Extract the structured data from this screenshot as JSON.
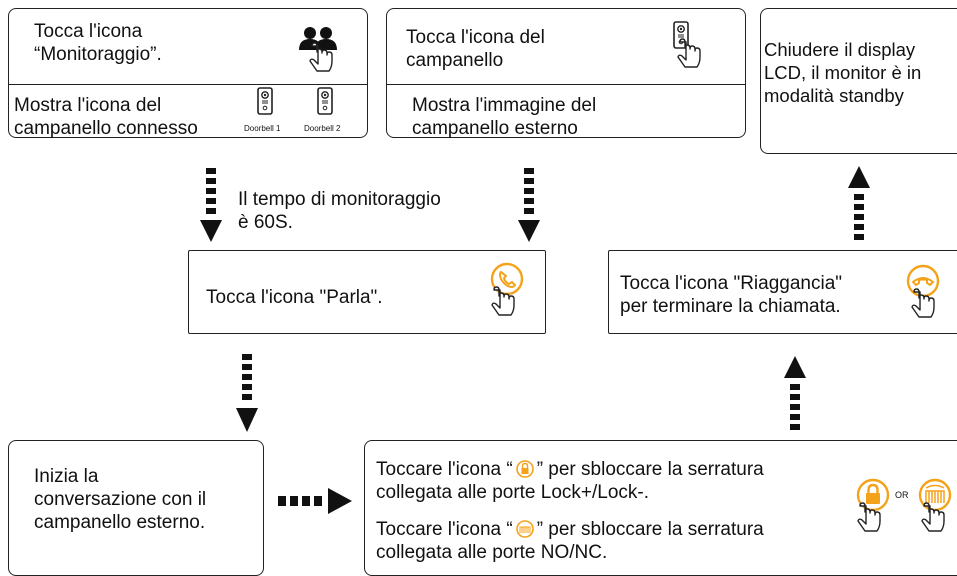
{
  "colors": {
    "accent": "#f5a21b",
    "line": "#222222",
    "text": "#111111"
  },
  "box1": {
    "top_text": "Tocca l'icona\n“Monitoraggio”.",
    "bottom_text": "Mostra l'icona del\ncampanello connesso",
    "doorbell1_label": "Doorbell 1",
    "doorbell2_label": "Doorbell 2"
  },
  "box2": {
    "top_text": "Tocca l'icona del\ncampanello",
    "bottom_text": "Mostra l'immagine del\ncampanello esterno"
  },
  "box3": {
    "text": "Chiudere il display\nLCD, il monitor è in\nmodalità standby"
  },
  "monitor_note": "Il tempo di monitoraggio\nè 60S.",
  "box_talk": {
    "text": "Tocca l'icona \"Parla\"."
  },
  "box_hangup": {
    "text": "Tocca l'icona \"Riaggancia\"\nper terminare la chiamata."
  },
  "box_conv": {
    "text": "Inizia la\nconversazione con il\ncampanello esterno."
  },
  "box_unlock": {
    "line1_pre": "Toccare l'icona “",
    "line1_post": "” per sbloccare la serratura",
    "line2": "collegata alle porte Lock+/Lock-.",
    "line3_pre": "Toccare l'icona “",
    "line3_post": "” per sbloccare la serratura",
    "line4": "collegata alle porte NO/NC.",
    "or_label": "OR"
  },
  "icons": [
    "users-icon",
    "hand-pointer-icon",
    "doorbell-icon",
    "phone-answer-icon",
    "phone-hangup-icon",
    "lock-icon",
    "gate-icon",
    "arrow-down-icon",
    "arrow-up-icon",
    "arrow-right-icon"
  ]
}
